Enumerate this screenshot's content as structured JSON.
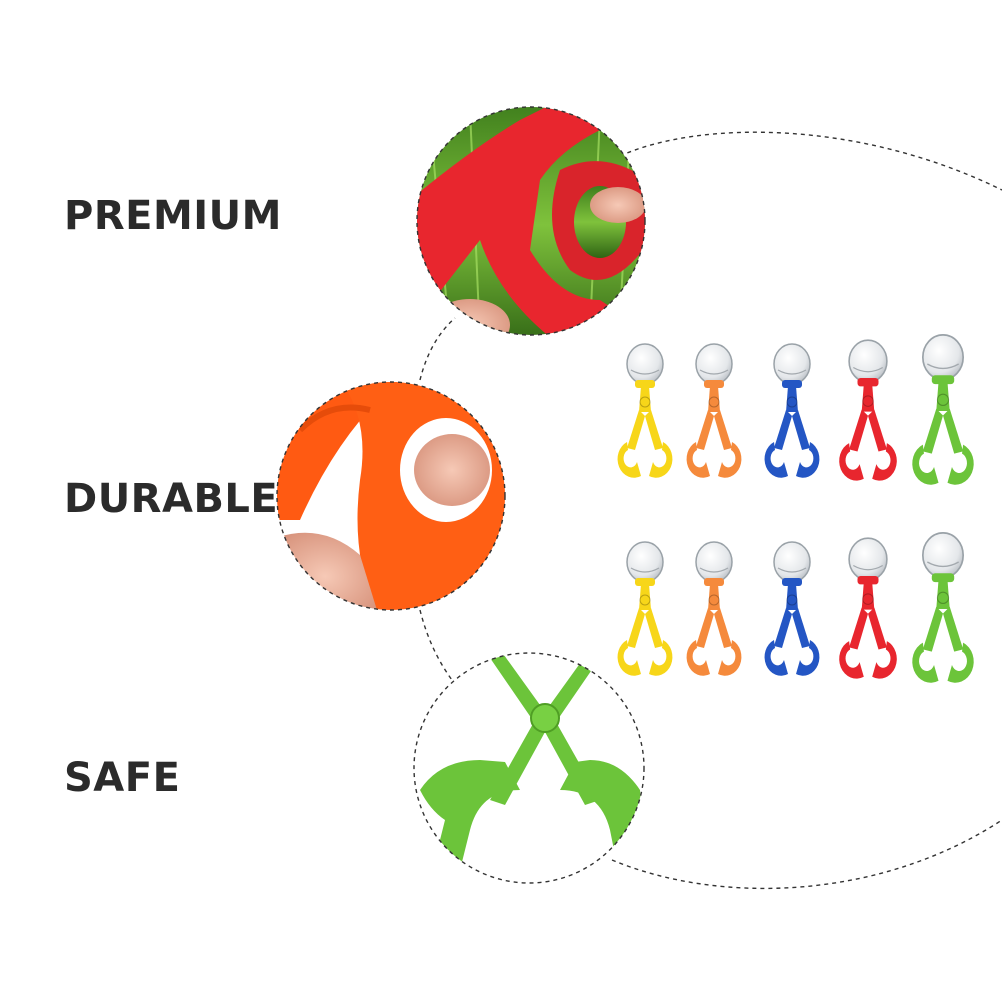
{
  "labels": {
    "premium": "PREMIUM",
    "durable": "DURABLE",
    "safe": "SAFE"
  },
  "colors": {
    "text": "#2b2b2b",
    "yellow": "#f7d619",
    "orange": "#f58a3c",
    "blue": "#2456c4",
    "red": "#e8262e",
    "green": "#6cc43a",
    "dash": "#333333"
  },
  "products": {
    "rows": 2,
    "per_row": 5,
    "colors": [
      "yellow",
      "orange",
      "blue",
      "red",
      "green"
    ]
  }
}
